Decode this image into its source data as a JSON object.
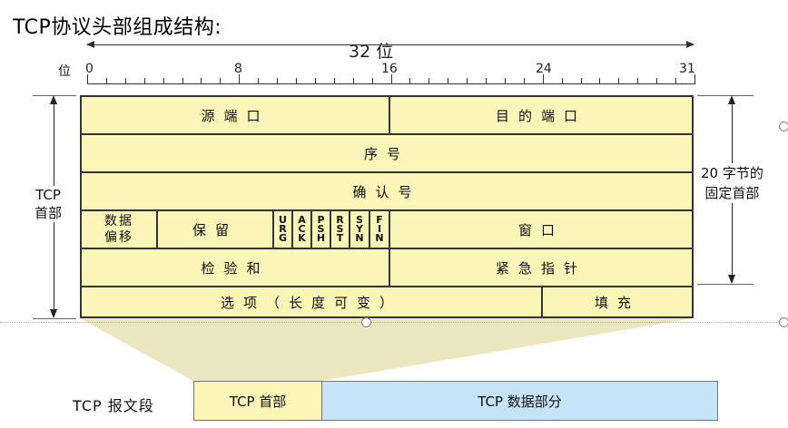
{
  "title": "TCP协议头部组成结构:",
  "bits_label": "32 位",
  "wei_label": "位",
  "ticks": [
    "0",
    "8",
    "16",
    "24",
    "31"
  ],
  "rows": {
    "r1": [
      "源端口",
      "目的端口"
    ],
    "r2": "序号",
    "r3": "确认号",
    "r4": {
      "offset": "数据偏移",
      "reserved": "保留",
      "flags": [
        "URG",
        "ACK",
        "PSH",
        "RST",
        "SYN",
        "FIN"
      ],
      "window": "窗口"
    },
    "r5": [
      "检验和",
      "紧急指针"
    ],
    "r6": [
      "选项（长度可变）",
      "填充"
    ]
  },
  "left_side": "TCP首部",
  "right_side": "20 字节的固定首部",
  "segment": {
    "label": "TCP 报文段",
    "header": "TCP 首部",
    "data": "TCP 数据部分"
  }
}
